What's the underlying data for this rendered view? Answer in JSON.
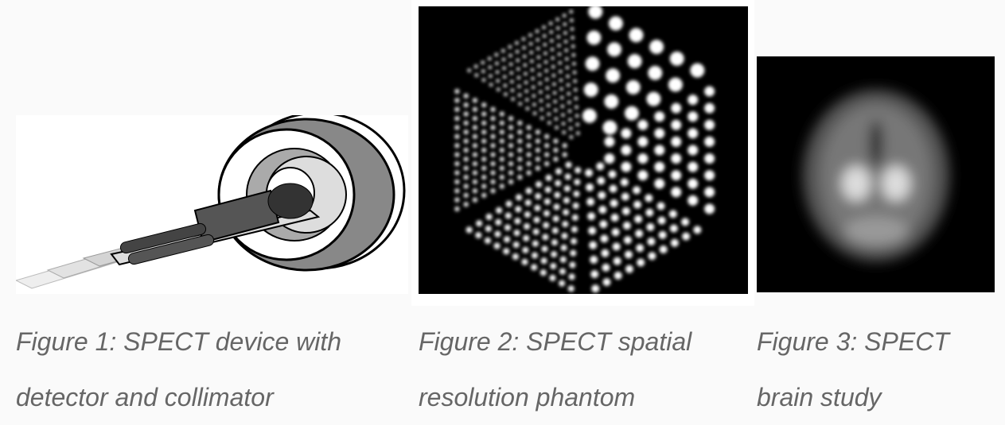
{
  "figures": [
    {
      "caption_line1": "Figure 1: SPECT device with",
      "caption_line2": "detector and collimator",
      "image": "spect-device-illustration"
    },
    {
      "caption_line1": "Figure 2: SPECT spatial",
      "caption_line2": "resolution phantom",
      "image": "resolution-phantom-image"
    },
    {
      "caption_line1": "Figure 3: SPECT",
      "caption_line2": "brain study",
      "image": "brain-scan-image"
    }
  ]
}
